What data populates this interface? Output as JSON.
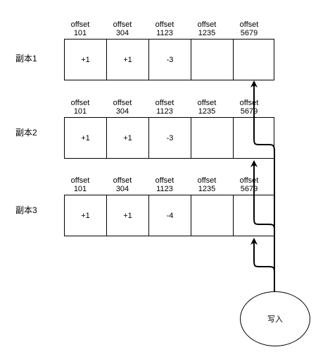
{
  "replicas": [
    {
      "label": "副本1",
      "offsets": [
        "offset",
        "offset",
        "offset",
        "offset",
        "offset"
      ],
      "offset_values": [
        "101",
        "304",
        "1123",
        "1235",
        "5679"
      ],
      "cells": [
        "+1",
        "+1",
        "-3",
        "",
        ""
      ]
    },
    {
      "label": "副本2",
      "offsets": [
        "offset",
        "offset",
        "offset",
        "offset",
        "offset"
      ],
      "offset_values": [
        "101",
        "304",
        "1123",
        "1235",
        "5679"
      ],
      "cells": [
        "+1",
        "+1",
        "-3",
        "",
        ""
      ]
    },
    {
      "label": "副本3",
      "offsets": [
        "offset",
        "offset",
        "offset",
        "offset",
        "offset"
      ],
      "offset_values": [
        "101",
        "304",
        "1123",
        "1235",
        "5679"
      ],
      "cells": [
        "+1",
        "+1",
        "-4",
        "",
        ""
      ]
    }
  ],
  "writer": {
    "label": "写入"
  }
}
